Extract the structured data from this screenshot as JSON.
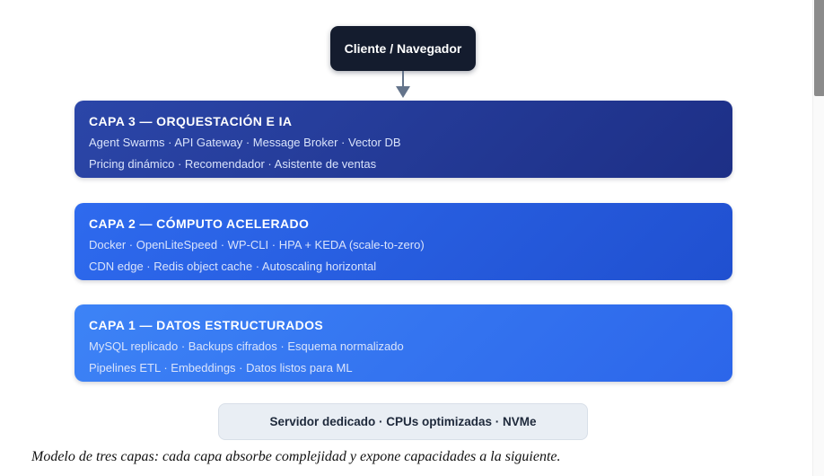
{
  "colors": {
    "client_bg": "#141c2e",
    "layer3_gradient_from": "#2b46a8",
    "layer3_gradient_to": "#1d2f86",
    "layer2_gradient_from": "#2e6aee",
    "layer2_gradient_to": "#2050d0",
    "layer1_gradient_from": "#3d83f6",
    "layer1_gradient_to": "#2c66ea",
    "layer_subtext": "#d9e3fb",
    "base_bg": "#e9eef4",
    "base_text": "#1e293b",
    "arrow": "#64748b",
    "scrollbar_thumb": "#8b8b8b"
  },
  "diagram": {
    "client_label": "Cliente / Navegador",
    "layers": [
      {
        "title": "CAPA 3 — ORQUESTACIÓN E IA",
        "line1": "Agent Swarms · API Gateway · Message Broker · Vector DB",
        "line2": "Pricing dinámico · Recomendador · Asistente de ventas"
      },
      {
        "title": "CAPA 2 — CÓMPUTO ACELERADO",
        "line1": "Docker · OpenLiteSpeed · WP-CLI · HPA + KEDA (scale-to-zero)",
        "line2": "CDN edge · Redis object cache · Autoscaling horizontal"
      },
      {
        "title": "CAPA 1 — DATOS ESTRUCTURADOS",
        "line1": "MySQL replicado · Backups cifrados · Esquema normalizado",
        "line2": "Pipelines ETL · Embeddings · Datos listos para ML"
      }
    ],
    "base_label": "Servidor dedicado · CPUs optimizadas · NVMe",
    "caption": "Modelo de tres capas: cada capa absorbe complejidad y expone capacidades a la siguiente."
  }
}
